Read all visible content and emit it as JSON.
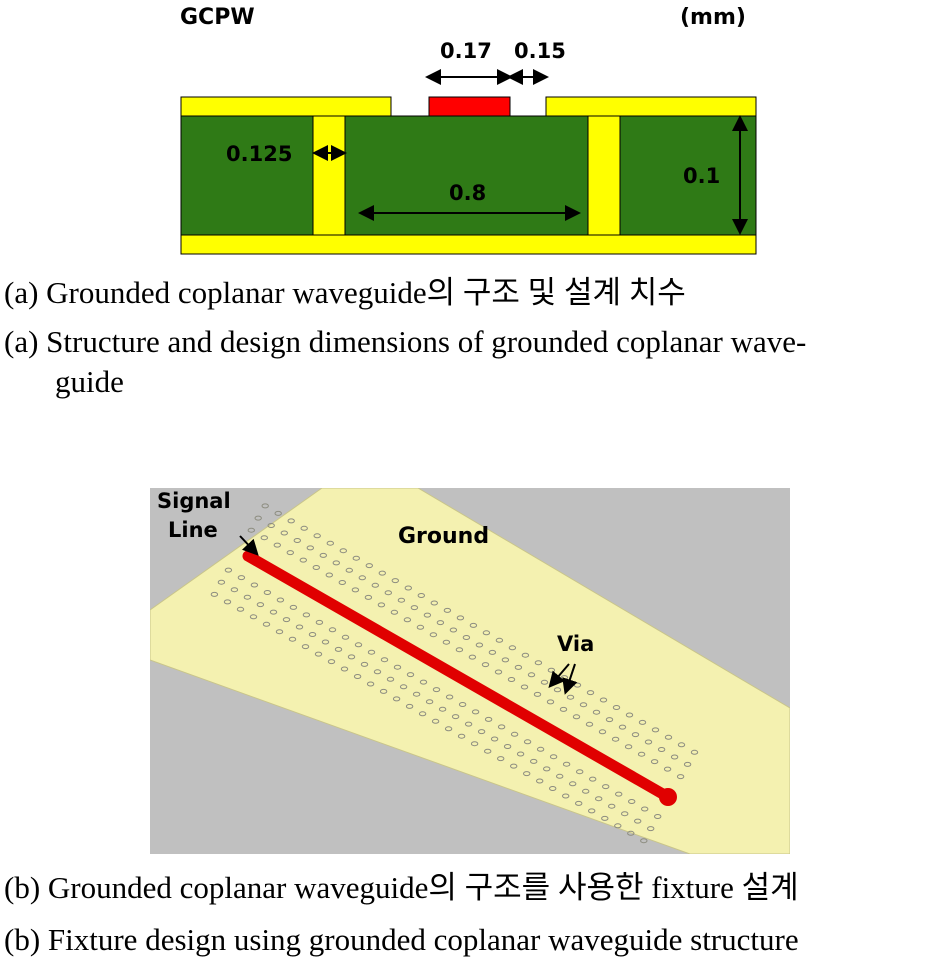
{
  "figure_a": {
    "title": "GCPW",
    "unit": "(mm)",
    "dims": {
      "signal_width": "0.17",
      "gap": "0.15",
      "via_offset": "0.125",
      "via_spacing": "0.8",
      "thickness": "0.1"
    },
    "caption_ko": "(a) Grounded coplanar waveguide의 구조 및 설계 치수",
    "caption_en_1": "(a) Structure and design dimensions of grounded coplanar wave-",
    "caption_en_2": "guide"
  },
  "figure_b": {
    "label_signal_1": "Signal",
    "label_signal_2": "Line",
    "label_ground": "Ground",
    "label_via": "Via",
    "caption_ko": "(b) Grounded coplanar waveguide의 구조를 사용한 fixture 설계",
    "caption_en": "(b) Fixture design using grounded coplanar waveguide structure"
  },
  "colors": {
    "substrate": "#2f7a16",
    "copper": "#ffff00",
    "signal": "#ff0000",
    "board_3d": "#f4f1b0",
    "background_3d": "#c0c0c0"
  }
}
